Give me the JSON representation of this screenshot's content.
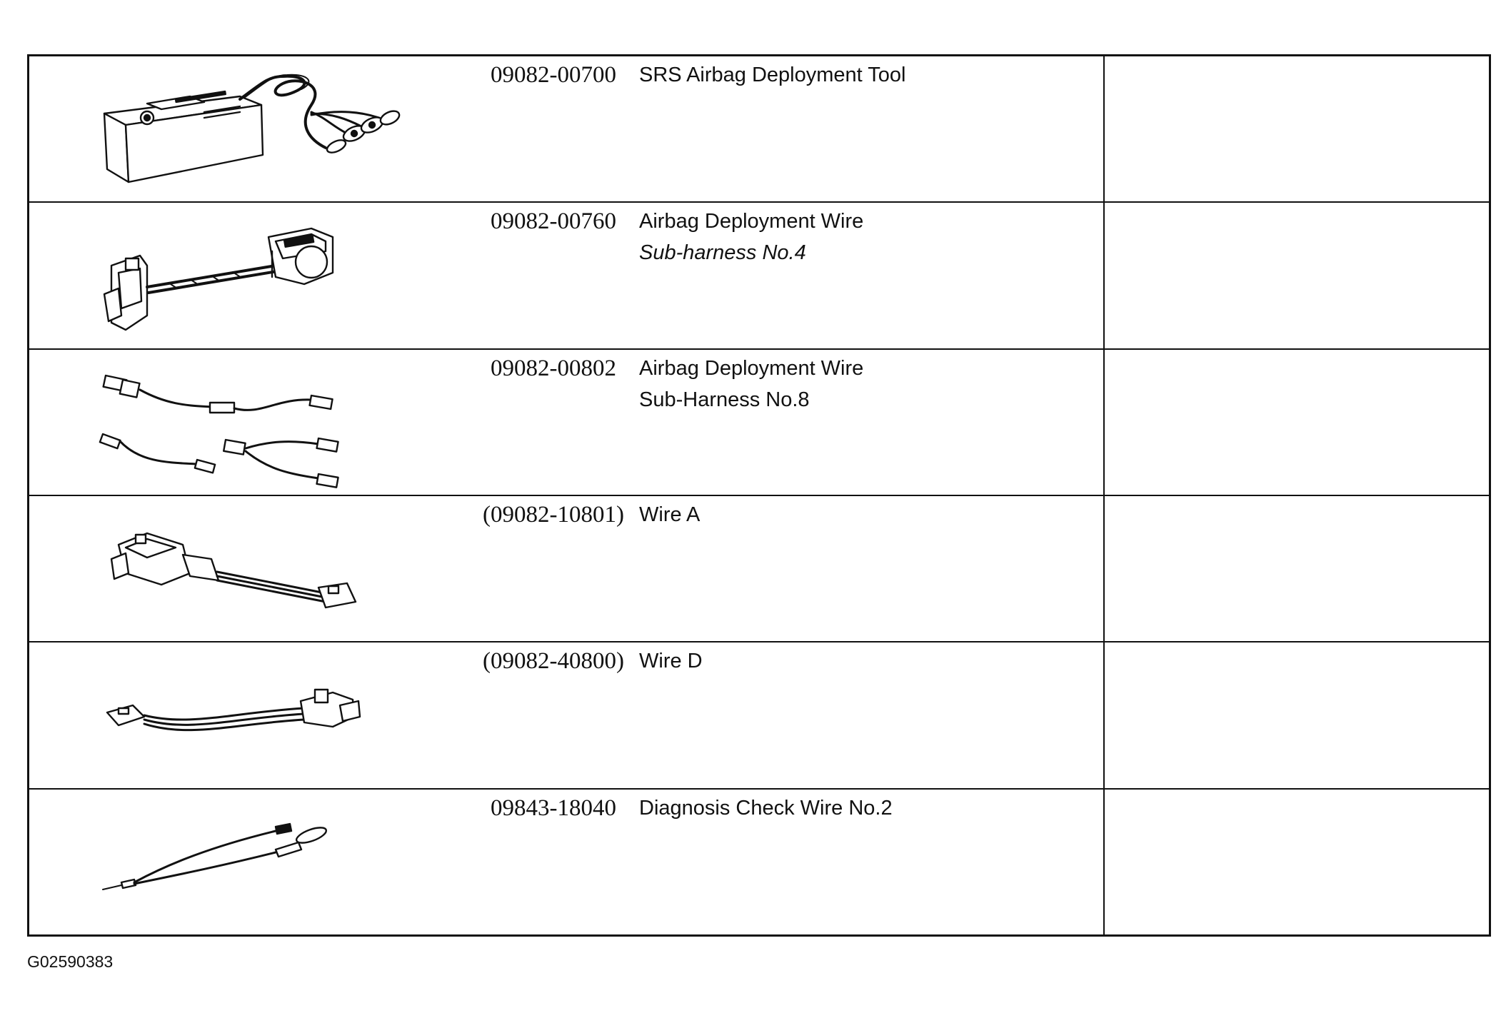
{
  "tools": [
    {
      "part_no": "09082-00700",
      "name_lines": [
        "SRS Airbag Deployment Tool"
      ],
      "illustration": "deployment-tool-box-icon",
      "note": ""
    },
    {
      "part_no": "09082-00760",
      "name_lines": [
        "Airbag Deployment Wire",
        "Sub-harness No.4"
      ],
      "illustration": "sub-harness-connector-icon",
      "note": ""
    },
    {
      "part_no": "09082-00802",
      "name_lines": [
        "Airbag Deployment Wire",
        "Sub-Harness No.8"
      ],
      "illustration": "harness-wire-set-icon",
      "note": ""
    },
    {
      "part_no": "(09082-10801)",
      "name_lines": [
        "Wire A"
      ],
      "illustration": "wire-a-icon",
      "note": ""
    },
    {
      "part_no": "(09082-40800)",
      "name_lines": [
        "Wire D"
      ],
      "illustration": "wire-d-icon",
      "note": ""
    },
    {
      "part_no": "09843-18040",
      "name_lines": [
        "Diagnosis Check Wire No.2"
      ],
      "illustration": "check-wire-icon",
      "note": ""
    }
  ],
  "figure_code": "G02590383",
  "colors": {
    "ink": "#111111",
    "background": "#ffffff"
  }
}
